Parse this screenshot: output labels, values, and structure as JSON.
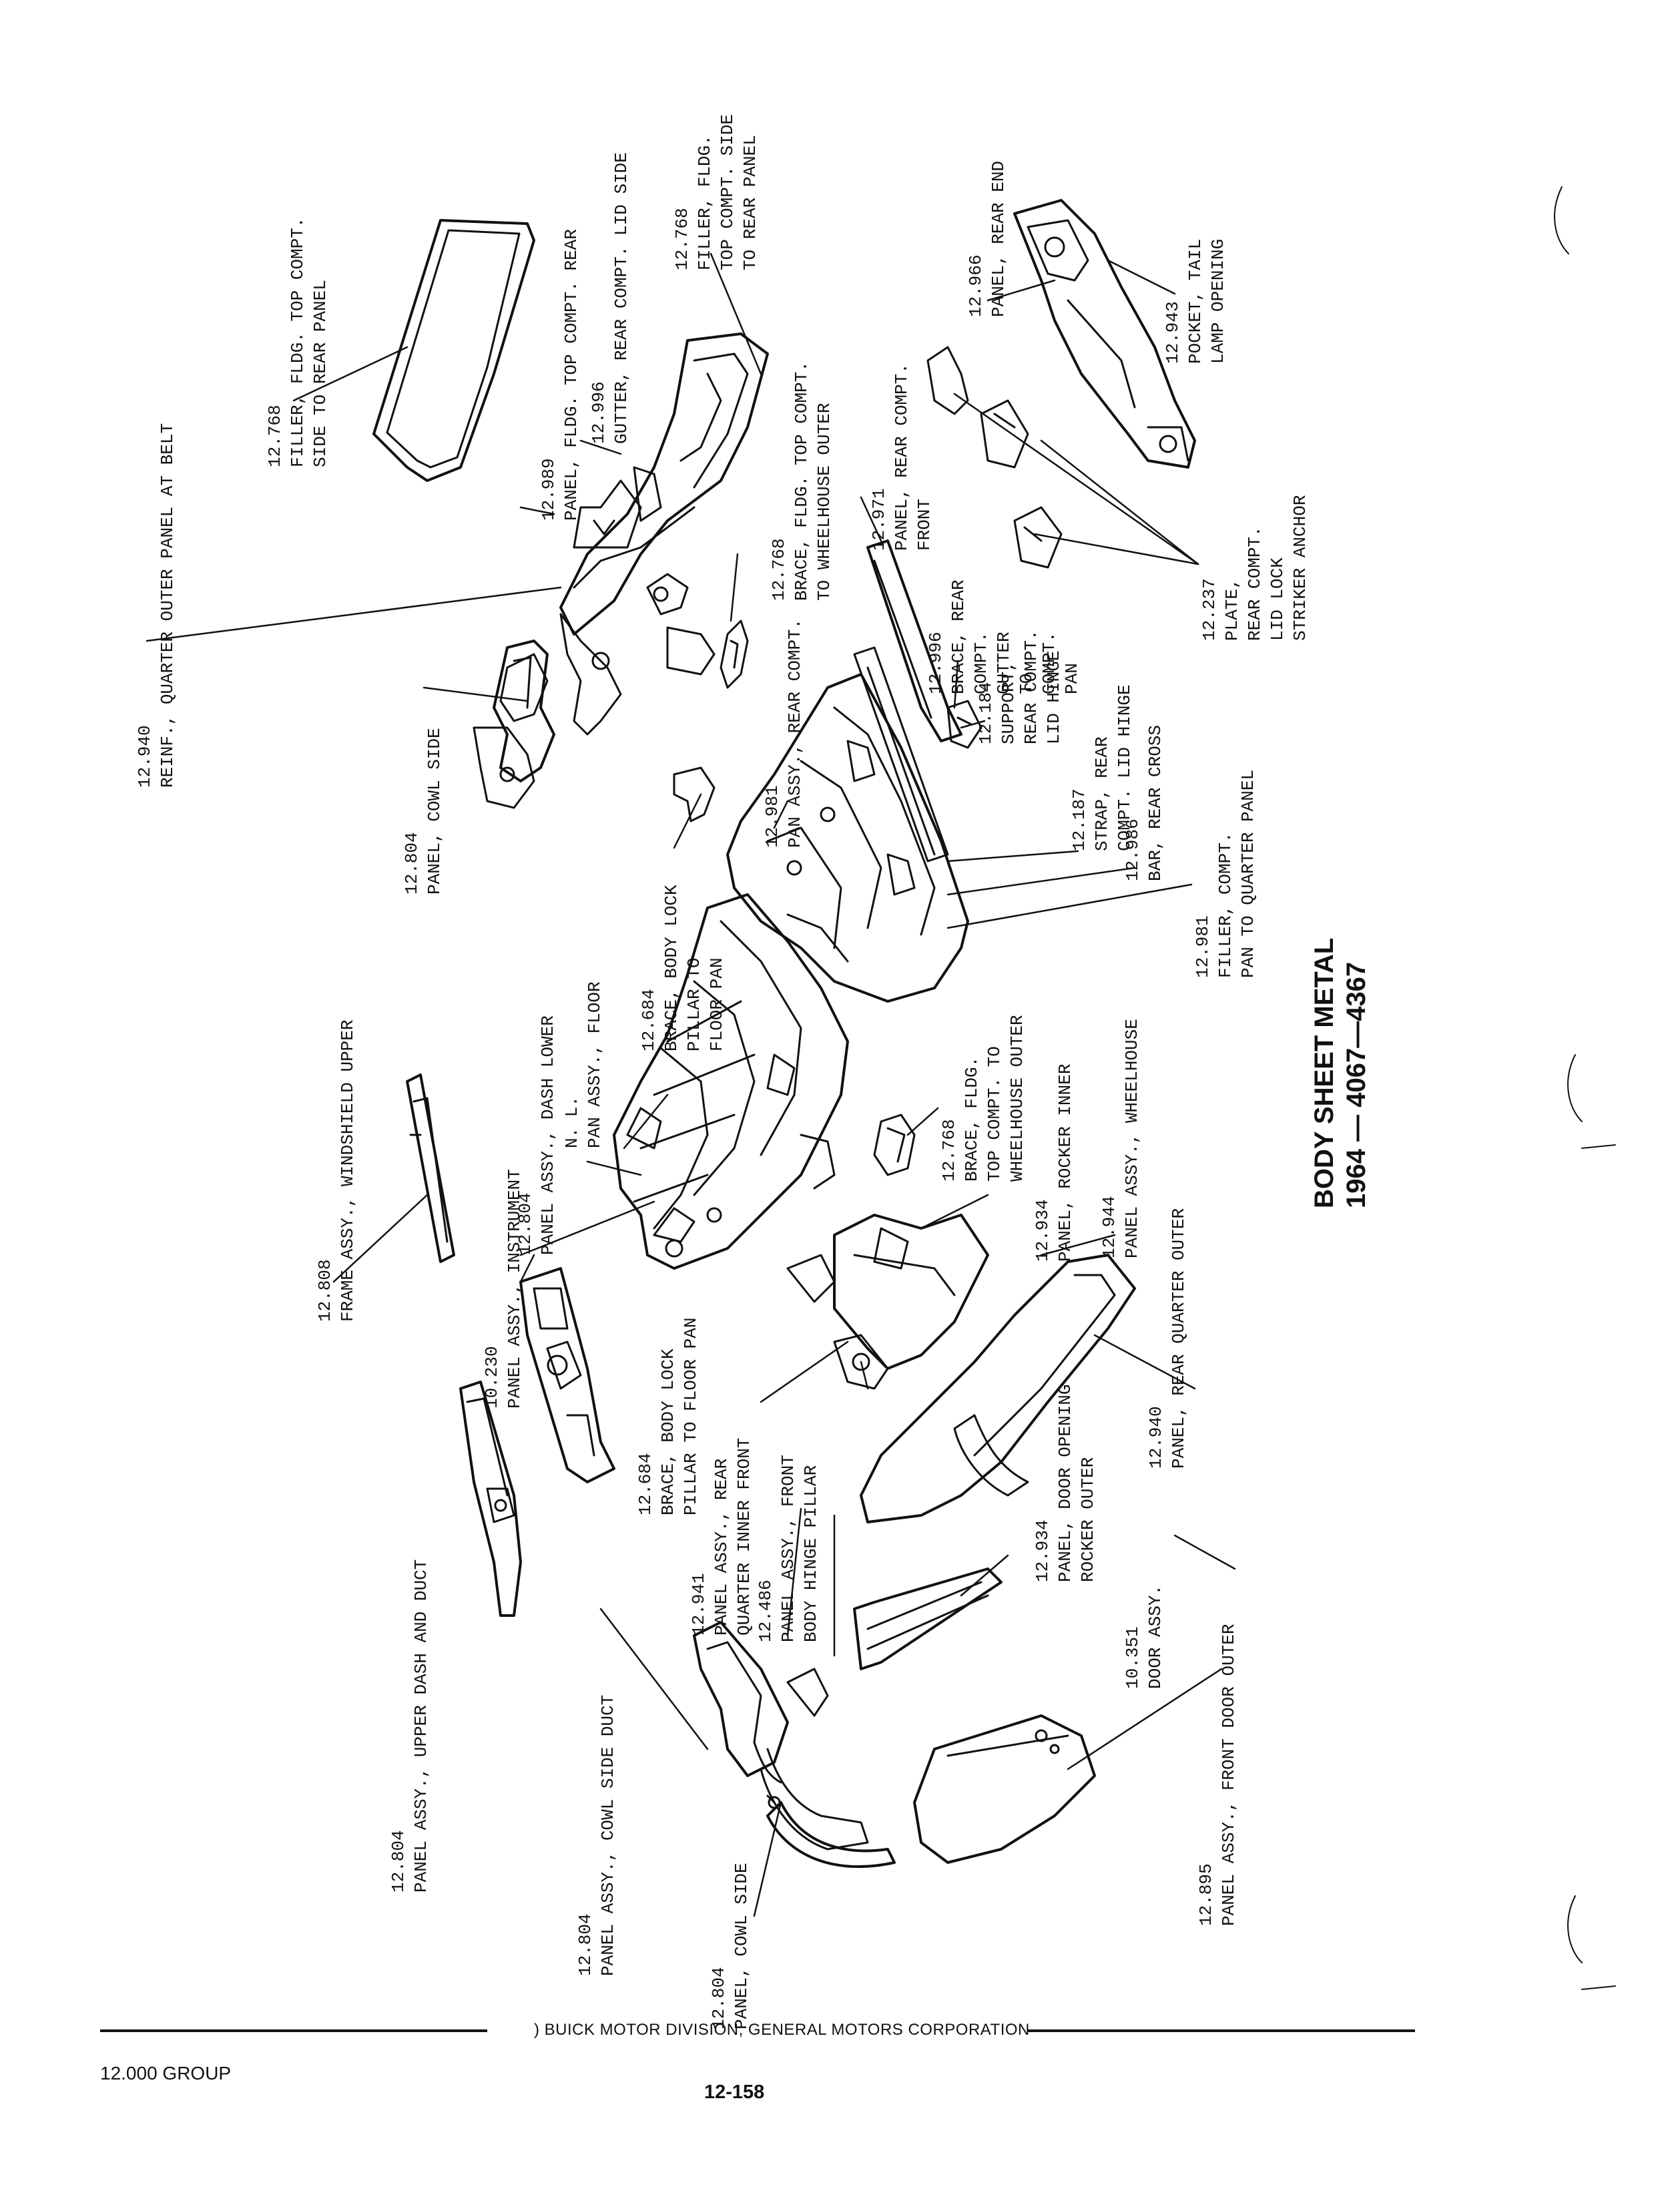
{
  "title": [
    "BODY SHEET METAL",
    "1964 — 4067—4367"
  ],
  "callouts": [
    {
      "id": "reinf-quarter",
      "lines": [
        "12.940",
        "REINF., QUARTER OUTER PANEL AT BELT"
      ]
    },
    {
      "id": "filler-top-rear",
      "lines": [
        "12.768",
        "FILLER, FLDG. TOP COMPT.",
        "SIDE TO REAR PANEL"
      ]
    },
    {
      "id": "panel-top-rear",
      "lines": [
        "12.989",
        "PANEL, FLDG. TOP COMPT. REAR"
      ]
    },
    {
      "id": "gutter-lid",
      "lines": [
        "12.996",
        "GUTTER, REAR COMPT. LID SIDE"
      ]
    },
    {
      "id": "filler-side-rear",
      "lines": [
        "12.768",
        "FILLER, FLDG.",
        "TOP COMPT. SIDE",
        "TO REAR PANEL"
      ]
    },
    {
      "id": "brace-wheelhouse-1",
      "lines": [
        "12.768",
        "BRACE, FLDG. TOP COMPT.",
        "TO WHEELHOUSE OUTER"
      ]
    },
    {
      "id": "panel-rear-front",
      "lines": [
        "12.971",
        "PANEL, REAR COMPT.",
        "FRONT"
      ]
    },
    {
      "id": "panel-rear-end",
      "lines": [
        "12.966",
        "PANEL, REAR END"
      ]
    },
    {
      "id": "pocket-tail",
      "lines": [
        "12.943",
        "POCKET, TAIL",
        "LAMP OPENING"
      ]
    },
    {
      "id": "plate-striker",
      "lines": [
        "12.237",
        "PLATE,",
        "REAR COMPT.",
        "LID LOCK",
        "STRIKER ANCHOR"
      ]
    },
    {
      "id": "brace-gutter",
      "lines": [
        "12.996",
        "BRACE, REAR",
        "COMPT.",
        "GUTTER",
        "TO",
        "COMPT.",
        "PAN"
      ]
    },
    {
      "id": "panel-cowl-side-1",
      "lines": [
        "12.804",
        "PANEL, COWL SIDE"
      ]
    },
    {
      "id": "pan-rear-compt",
      "lines": [
        "12.981",
        "PAN ASSY., REAR COMPT."
      ]
    },
    {
      "id": "support-hinge",
      "lines": [
        "12.184",
        "SUPPORT,",
        "REAR COMPT.",
        "LID HINGE"
      ]
    },
    {
      "id": "strap-hinge",
      "lines": [
        "12.187",
        "STRAP, REAR",
        "COMPT. LID HINGE"
      ]
    },
    {
      "id": "bar-rear-cross",
      "lines": [
        "12.986",
        "BAR, REAR CROSS"
      ]
    },
    {
      "id": "filler-pan-quarter",
      "lines": [
        "12.981",
        "FILLER, COMPT.",
        "PAN TO QUARTER PANEL"
      ]
    },
    {
      "id": "brace-body-lock-1",
      "lines": [
        "12.684",
        "BRACE, BODY LOCK",
        "PILLAR TO",
        "FLOOR PAN"
      ]
    },
    {
      "id": "pan-floor",
      "lines": [
        "N. L.",
        "PAN ASSY., FLOOR"
      ]
    },
    {
      "id": "panel-dash-lower",
      "lines": [
        "12.804",
        "PANEL ASSY., DASH LOWER"
      ]
    },
    {
      "id": "frame-windshield",
      "lines": [
        "12.808",
        "FRAME ASSY., WINDSHIELD UPPER"
      ]
    },
    {
      "id": "panel-instrument",
      "lines": [
        "10.230",
        "PANEL ASSY., INSTRUMENT"
      ]
    },
    {
      "id": "brace-wheelhouse-2",
      "lines": [
        "12.768",
        "BRACE, FLDG.",
        "TOP COMPT. TO",
        "WHEELHOUSE OUTER"
      ]
    },
    {
      "id": "panel-rocker-inner",
      "lines": [
        "12.934",
        "PANEL, ROCKER INNER"
      ]
    },
    {
      "id": "panel-wheelhouse",
      "lines": [
        "12.944",
        "PANEL ASSY., WHEELHOUSE"
      ]
    },
    {
      "id": "panel-rear-quarter-outer",
      "lines": [
        "12.940",
        "PANEL, REAR QUARTER OUTER"
      ]
    },
    {
      "id": "panel-upper-dash",
      "lines": [
        "12.804",
        "PANEL ASSY., UPPER DASH AND DUCT"
      ]
    },
    {
      "id": "brace-body-lock-2",
      "lines": [
        "12.684",
        "BRACE, BODY LOCK",
        "PILLAR TO FLOOR PAN"
      ]
    },
    {
      "id": "panel-rear-quarter-inner",
      "lines": [
        "12.941",
        "PANEL ASSY., REAR",
        "QUARTER INNER FRONT"
      ]
    },
    {
      "id": "panel-hinge-pillar",
      "lines": [
        "12.486",
        "PANEL ASSY., FRONT",
        "BODY HINGE PILLAR"
      ]
    },
    {
      "id": "panel-cowl-duct",
      "lines": [
        "12.804",
        "PANEL ASSY., COWL SIDE DUCT"
      ]
    },
    {
      "id": "panel-door-opening",
      "lines": [
        "12.934",
        "PANEL, DOOR OPENING",
        "ROCKER OUTER"
      ]
    },
    {
      "id": "door-assy",
      "lines": [
        "10.351",
        "DOOR ASSY."
      ]
    },
    {
      "id": "panel-front-door-outer",
      "lines": [
        "12.895",
        "PANEL ASSY., FRONT DOOR OUTER"
      ]
    },
    {
      "id": "panel-cowl-side-2",
      "lines": [
        "12.804",
        "PANEL, COWL SIDE"
      ]
    }
  ],
  "footer": {
    "org": ") BUICK MOTOR DIVISION, GENERAL MOTORS CORPORATION",
    "group": "12.000 GROUP",
    "page": "12-158"
  }
}
